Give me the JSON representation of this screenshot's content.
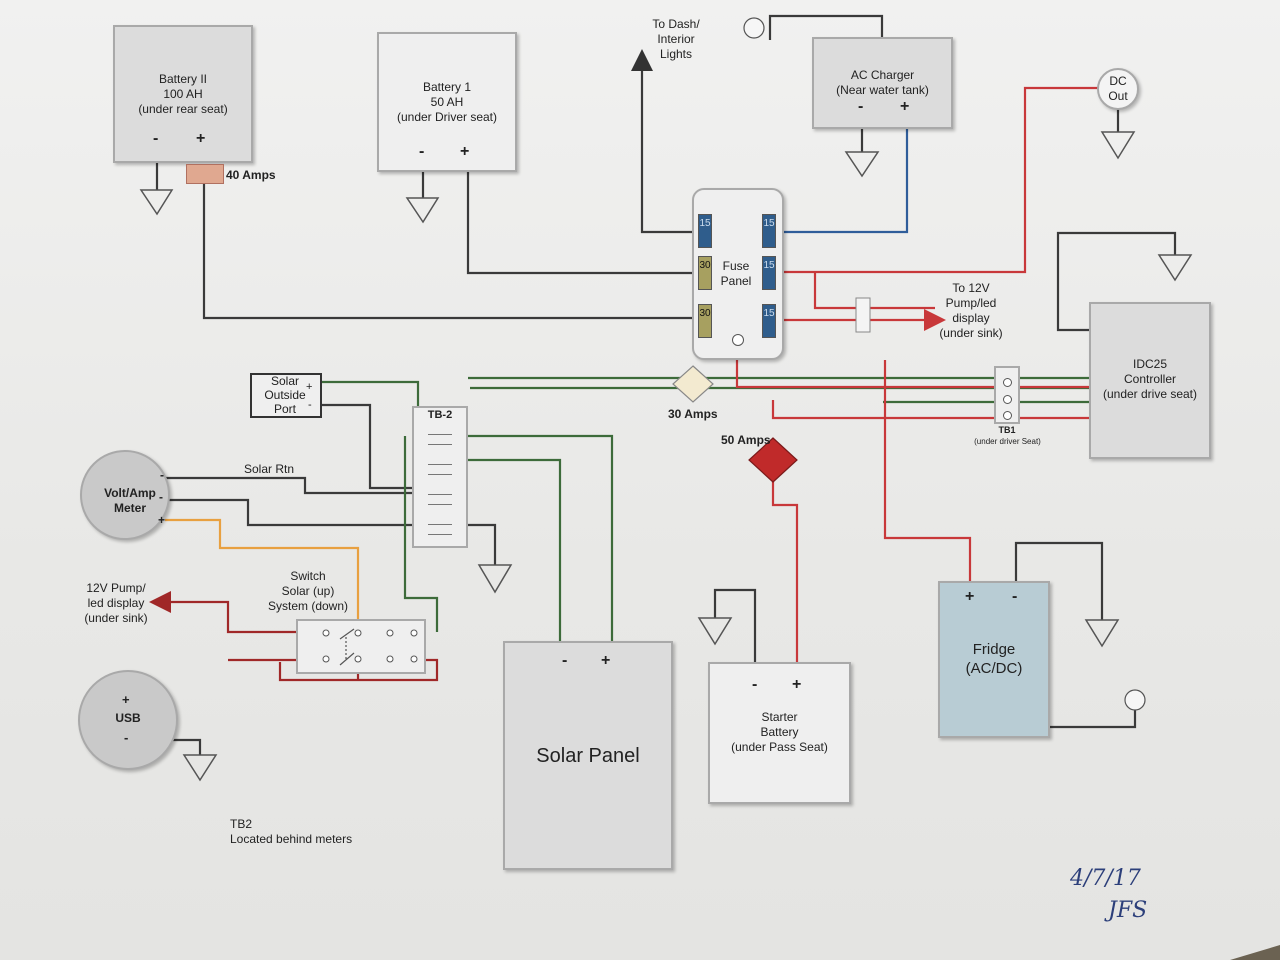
{
  "battery2": {
    "name": "Battery II",
    "capacity": "100 AH",
    "location": "(under rear seat)",
    "neg": "-",
    "pos": "+"
  },
  "battery1": {
    "name": "Battery 1",
    "capacity": "50 AH",
    "location": "(under Driver seat)",
    "neg": "-",
    "pos": "+"
  },
  "fuse40": "40 Amps",
  "to_dash": {
    "line1": "To Dash/",
    "line2": "Interior",
    "line3": "Lights"
  },
  "ac_charger": {
    "name": "AC Charger",
    "location": "(Near water tank)",
    "neg": "-",
    "pos": "+"
  },
  "dc_out": {
    "line1": "DC",
    "line2": "Out"
  },
  "fuse_panel": {
    "line1": "Fuse",
    "line2": "Panel",
    "fuses": [
      "15",
      "30",
      "30",
      "15",
      "15",
      "15"
    ]
  },
  "to_12v": {
    "line1": "To 12V",
    "line2": "Pump/led",
    "line3": "display",
    "line4": "(under sink)"
  },
  "idc25": {
    "name": "IDC25",
    "line2": "Controller",
    "line3": "(under drive seat)"
  },
  "solar_port": {
    "line1": "Solar",
    "line2": "Outside",
    "line3": "Port",
    "pos": "+",
    "neg": "-"
  },
  "tb2_label": "TB-2",
  "fuse30": "30 Amps",
  "fuse50": "50 Amps",
  "tb1": {
    "name": "TB1",
    "location": "(under driver Seat)"
  },
  "meter": {
    "line1": "Volt/Amp",
    "line2": "Meter",
    "t1": "-",
    "t2": "-",
    "t3": "+"
  },
  "solar_rtn": "Solar Rtn",
  "switch": {
    "line1": "Switch",
    "line2": "Solar (up)",
    "line3": "System (down)"
  },
  "pump_left": {
    "line1": "12V Pump/",
    "line2": "led display",
    "line3": "(under sink)"
  },
  "usb": {
    "label": "USB",
    "pos": "+",
    "neg": "-"
  },
  "solar_panel": {
    "name": "Solar Panel",
    "neg": "-",
    "pos": "+"
  },
  "starter": {
    "line1": "Starter",
    "line2": "Battery",
    "line3": "(under Pass Seat)",
    "neg": "-",
    "pos": "+"
  },
  "fridge": {
    "line1": "Fridge",
    "line2": "(AC/DC)",
    "pos": "+",
    "neg": "-"
  },
  "note": {
    "line1": "TB2",
    "line2": "Located behind meters"
  },
  "signature": {
    "date": "4/7/17",
    "initials": "JFS"
  },
  "colors": {
    "black": "#3a3a3a",
    "red": "#c8383a",
    "green": "#3d6b3a",
    "blue": "#2f5d9a",
    "orange": "#e8a040",
    "darkred": "#a02828"
  }
}
